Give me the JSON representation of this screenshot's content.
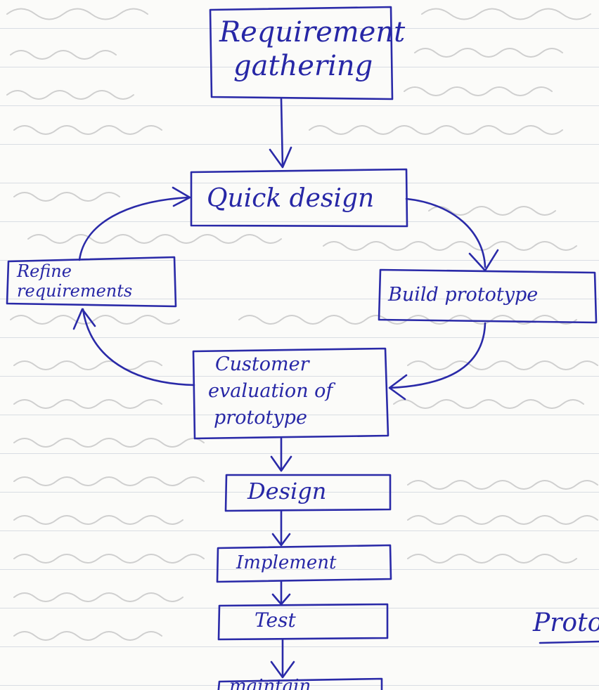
{
  "diagram": {
    "ink_color": "#2a2aa8",
    "paper_color": "#fbfbf9",
    "rule_color": "#d9dde3",
    "nodes": {
      "requirement_gathering": {
        "line1": "Requirement",
        "line2": "gathering"
      },
      "quick_design": {
        "label": "Quick design"
      },
      "build_prototype": {
        "label": "Build prototype"
      },
      "refine_requirements": {
        "line1": "Refine",
        "line2": "requirements"
      },
      "customer_evaluation": {
        "line1": "Customer",
        "line2": "evaluation of",
        "line3": "prototype"
      },
      "design": {
        "label": "Design"
      },
      "implement": {
        "label": "Implement"
      },
      "test": {
        "label": "Test"
      },
      "maintain": {
        "label": "maintain"
      }
    },
    "side_note": "Proto"
  }
}
